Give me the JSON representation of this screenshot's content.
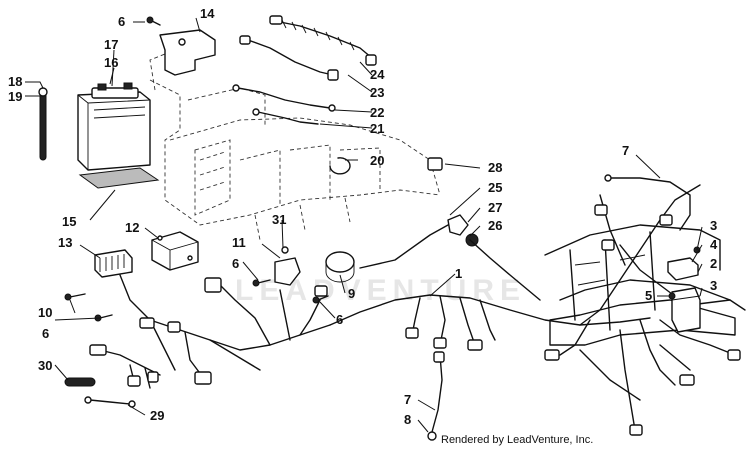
{
  "watermark": "LEADVENTURE",
  "credit": "Rendered by LeadVenture, Inc.",
  "callouts": {
    "c1": "1",
    "c2": "2",
    "c3a": "3",
    "c3b": "3",
    "c4": "4",
    "c5": "5",
    "c6a": "6",
    "c6b": "6",
    "c6c": "6",
    "c6d": "6",
    "c7a": "7",
    "c7b": "7",
    "c8": "8",
    "c9": "9",
    "c10": "10",
    "c11": "11",
    "c12": "12",
    "c13": "13",
    "c14": "14",
    "c15": "15",
    "c16": "16",
    "c17": "17",
    "c18": "18",
    "c19": "19",
    "c20": "20",
    "c21": "21",
    "c22": "22",
    "c23": "23",
    "c24": "24",
    "c25": "25",
    "c26": "26",
    "c27": "27",
    "c28": "28",
    "c29": "29",
    "c30": "30",
    "c31": "31"
  }
}
